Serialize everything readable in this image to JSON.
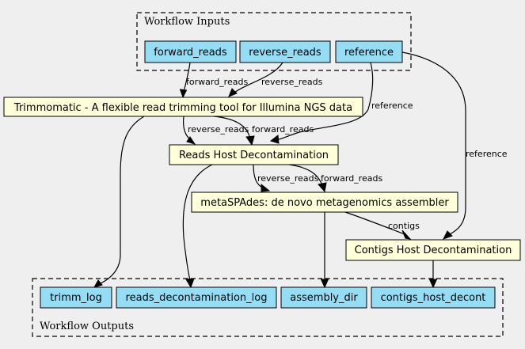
{
  "clusters": {
    "inputs": "Workflow Inputs",
    "outputs": "Workflow Outputs"
  },
  "nodes": {
    "forward_reads": "forward_reads",
    "reverse_reads": "reverse_reads",
    "reference": "reference",
    "trimmomatic": "Trimmomatic - A flexible read trimming tool for Illumina NGS data",
    "reads_decont": "Reads Host Decontamination",
    "metaspades": "metaSPAdes: de novo metagenomics assembler",
    "contigs_decont": "Contigs Host Decontamination",
    "trimm_log": "trimm_log",
    "reads_decontamination_log": "reads_decontamination_log",
    "assembly_dir": "assembly_dir",
    "contigs_host_decont": "contigs_host_decont"
  },
  "edge_labels": {
    "e1": "forward_reads",
    "e2": "reverse_reads",
    "e3": "reference",
    "e4": "reference",
    "e5": "reverse_reads",
    "e6": "forward_reads",
    "e7": "reverse_reads",
    "e8": "forward_reads",
    "e9": "contigs"
  }
}
